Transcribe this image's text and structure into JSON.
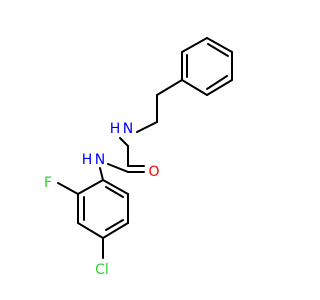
{
  "molecule": {
    "atoms": {
      "n_upper": {
        "symbol": "N",
        "color": "#0000FF"
      },
      "h_upper": {
        "symbol": "H",
        "color": "#0000FF"
      },
      "n_lower": {
        "symbol": "N",
        "color": "#0000FF"
      },
      "h_lower": {
        "symbol": "H",
        "color": "#0000FF"
      },
      "oxygen": {
        "symbol": "O",
        "color": "#FF0000"
      },
      "fluorine": {
        "symbol": "F",
        "color": "#33CC33"
      },
      "chlorine": {
        "symbol": "Cl",
        "color": "#33CC33"
      }
    },
    "bond_color": "#000000",
    "background": "#FFFFFF"
  }
}
